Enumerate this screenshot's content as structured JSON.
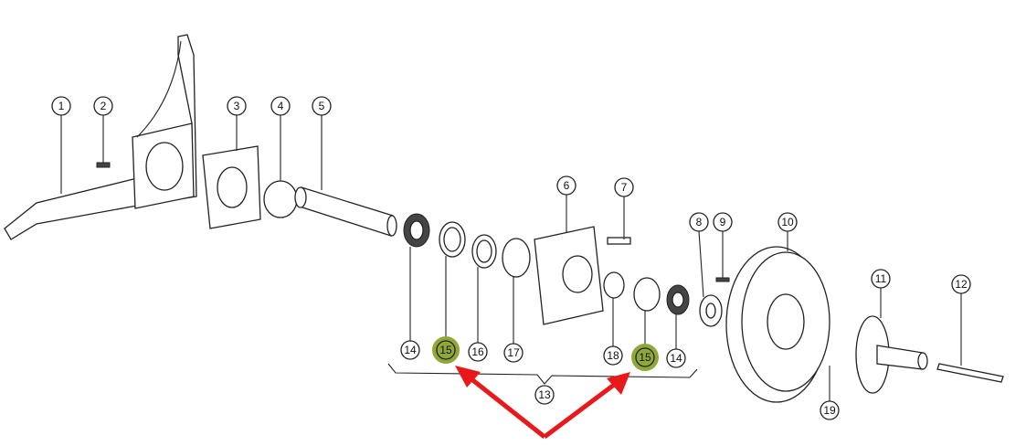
{
  "diagram": {
    "callouts": [
      {
        "id": "c1",
        "label": "1"
      },
      {
        "id": "c2",
        "label": "2"
      },
      {
        "id": "c3",
        "label": "3"
      },
      {
        "id": "c4",
        "label": "4"
      },
      {
        "id": "c5",
        "label": "5"
      },
      {
        "id": "c6",
        "label": "6"
      },
      {
        "id": "c7",
        "label": "7"
      },
      {
        "id": "c8",
        "label": "8"
      },
      {
        "id": "c9",
        "label": "9"
      },
      {
        "id": "c10",
        "label": "10"
      },
      {
        "id": "c11",
        "label": "11"
      },
      {
        "id": "c12",
        "label": "12"
      },
      {
        "id": "c14a",
        "label": "14"
      },
      {
        "id": "c15a",
        "label": "15",
        "highlighted": true
      },
      {
        "id": "c16",
        "label": "16"
      },
      {
        "id": "c17",
        "label": "17"
      },
      {
        "id": "c18",
        "label": "18"
      },
      {
        "id": "c15b",
        "label": "15",
        "highlighted": true
      },
      {
        "id": "c14b",
        "label": "14"
      },
      {
        "id": "c13",
        "label": "13"
      },
      {
        "id": "c19",
        "label": "19"
      }
    ],
    "highlight_color": "#8fa83a",
    "arrow_color": "#e8191b"
  }
}
